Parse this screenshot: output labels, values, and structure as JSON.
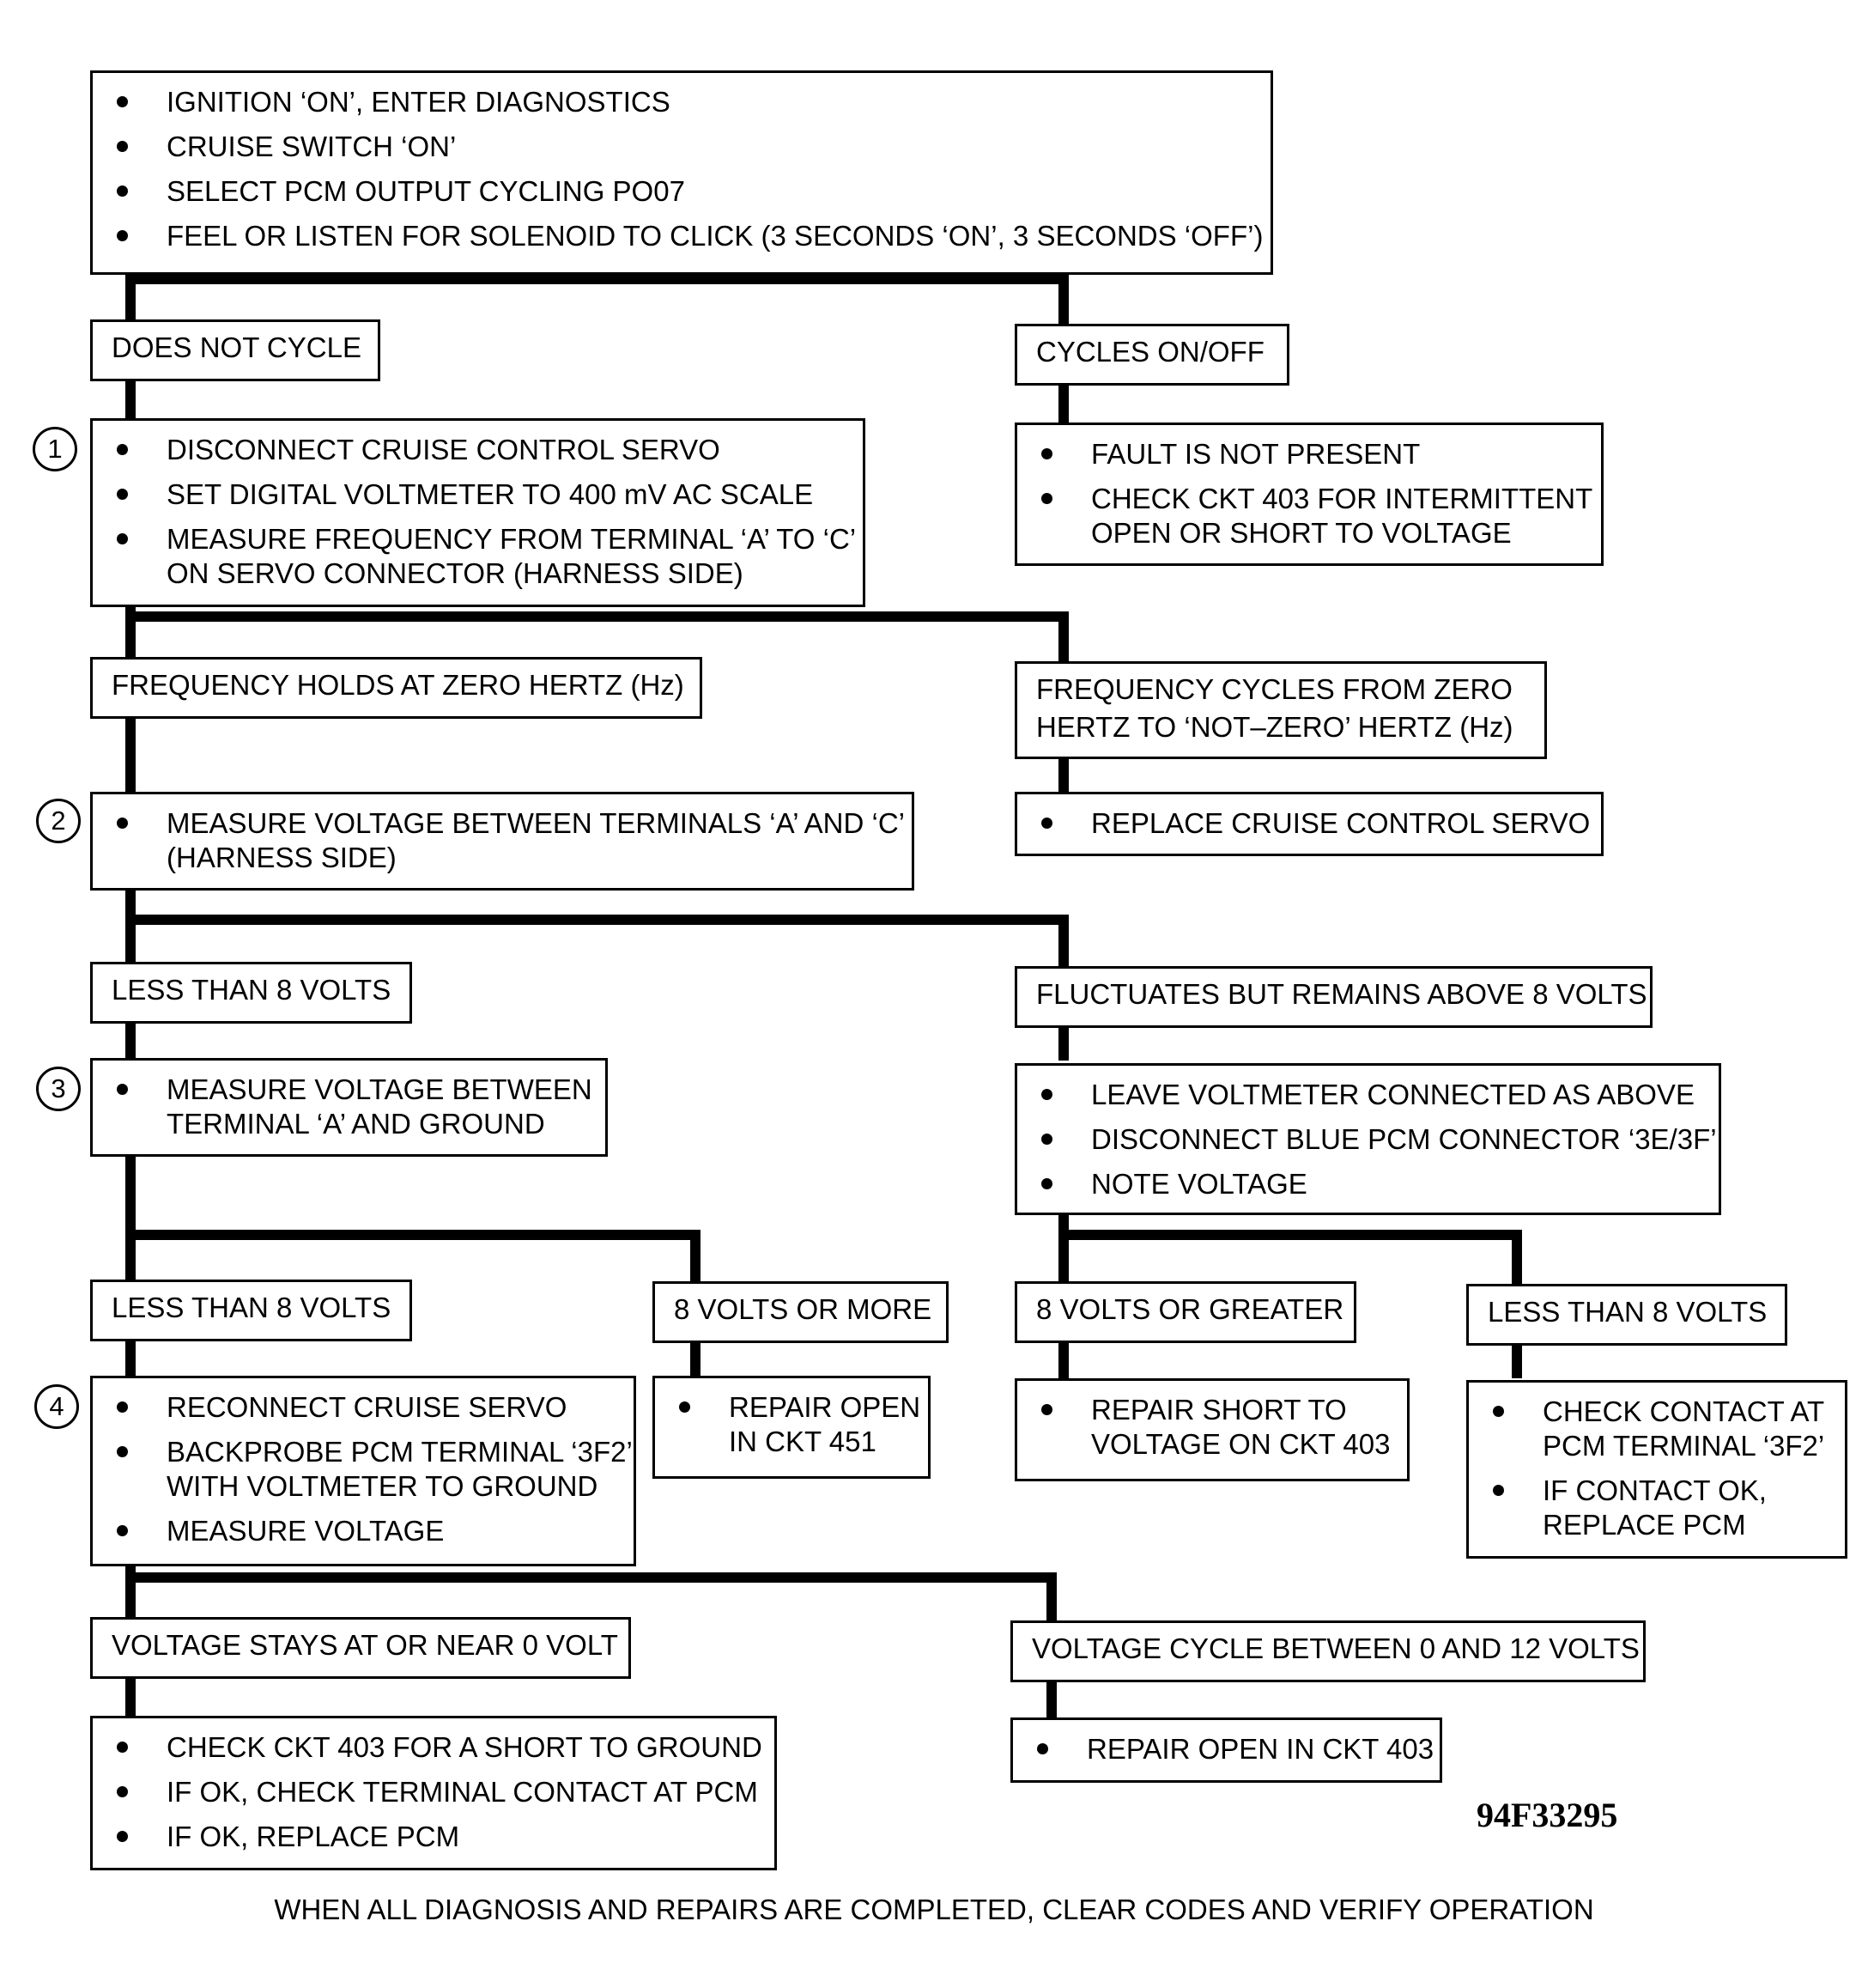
{
  "diagram": {
    "figure_id": "94F33295",
    "footer": "WHEN ALL DIAGNOSIS AND REPAIRS ARE COMPLETED, CLEAR CODES AND VERIFY OPERATION",
    "step_numbers": [
      "1",
      "2",
      "3",
      "4"
    ],
    "start": {
      "bullets": [
        [
          "IGNITION ‘ON’, ENTER DIAGNOSTICS"
        ],
        [
          "CRUISE SWITCH ‘ON’"
        ],
        [
          "SELECT PCM OUTPUT CYCLING PO07"
        ],
        [
          "FEEL OR LISTEN FOR SOLENOID TO CLICK (3 SECONDS ‘ON’, 3 SECONDS ‘OFF’)"
        ]
      ]
    },
    "conditions": {
      "does_not_cycle": [
        "DOES NOT CYCLE"
      ],
      "cycles_on_off": [
        "CYCLES ON/OFF"
      ],
      "freq_zero": [
        "FREQUENCY HOLDS AT ZERO HERTZ (Hz)"
      ],
      "freq_cycles": [
        "FREQUENCY CYCLES FROM ZERO",
        "HERTZ TO ‘NOT–ZERO’ HERTZ (Hz)"
      ],
      "less_8_a": [
        "LESS THAN 8 VOLTS"
      ],
      "fluctuates": [
        "FLUCTUATES BUT REMAINS ABOVE 8 VOLTS"
      ],
      "less_8_b": [
        "LESS THAN 8 VOLTS"
      ],
      "volts_8_more": [
        "8 VOLTS OR MORE"
      ],
      "volts_8_greater": [
        "8 VOLTS OR GREATER"
      ],
      "less_8_c": [
        "LESS THAN 8 VOLTS"
      ],
      "stays_zero": [
        "VOLTAGE STAYS AT OR NEAR 0 VOLT"
      ],
      "cycle_0_12": [
        "VOLTAGE CYCLE BETWEEN 0 AND 12 VOLTS"
      ]
    },
    "actions": {
      "step1": [
        [
          "DISCONNECT CRUISE CONTROL SERVO"
        ],
        [
          "SET DIGITAL VOLTMETER TO 400 mV AC SCALE"
        ],
        [
          "MEASURE FREQUENCY FROM TERMINAL ‘A’ TO ‘C’",
          "ON SERVO CONNECTOR (HARNESS SIDE)"
        ]
      ],
      "fault_not_present": [
        [
          "FAULT IS NOT PRESENT"
        ],
        [
          "CHECK CKT 403 FOR INTERMITTENT",
          "OPEN OR SHORT TO VOLTAGE"
        ]
      ],
      "step2": [
        [
          "MEASURE VOLTAGE BETWEEN TERMINALS ‘A’ AND ‘C’",
          "(HARNESS SIDE)"
        ]
      ],
      "replace_servo": [
        [
          "REPLACE CRUISE CONTROL SERVO"
        ]
      ],
      "step3": [
        [
          "MEASURE VOLTAGE BETWEEN",
          "TERMINAL ‘A’ AND GROUND"
        ]
      ],
      "leave_voltmeter": [
        [
          "LEAVE VOLTMETER CONNECTED AS ABOVE"
        ],
        [
          "DISCONNECT BLUE PCM CONNECTOR ‘3E/3F’"
        ],
        [
          "NOTE VOLTAGE"
        ]
      ],
      "step4": [
        [
          "RECONNECT CRUISE SERVO"
        ],
        [
          "BACKPROBE PCM TERMINAL ‘3F2’",
          "WITH VOLTMETER TO GROUND"
        ],
        [
          "MEASURE VOLTAGE"
        ]
      ],
      "repair_451": [
        [
          "REPAIR OPEN",
          "IN CKT 451"
        ]
      ],
      "repair_short_403": [
        [
          "REPAIR SHORT TO",
          "VOLTAGE ON CKT 403"
        ]
      ],
      "check_contact": [
        [
          "CHECK CONTACT AT",
          "PCM TERMINAL ‘3F2’"
        ],
        [
          "IF CONTACT OK,",
          "REPLACE PCM"
        ]
      ],
      "check_short_ground": [
        [
          "CHECK CKT 403 FOR A SHORT TO GROUND"
        ],
        [
          "IF OK, CHECK TERMINAL CONTACT AT PCM"
        ],
        [
          "IF OK, REPLACE PCM"
        ]
      ],
      "repair_open_403": [
        [
          "REPAIR OPEN IN CKT 403"
        ]
      ]
    }
  }
}
